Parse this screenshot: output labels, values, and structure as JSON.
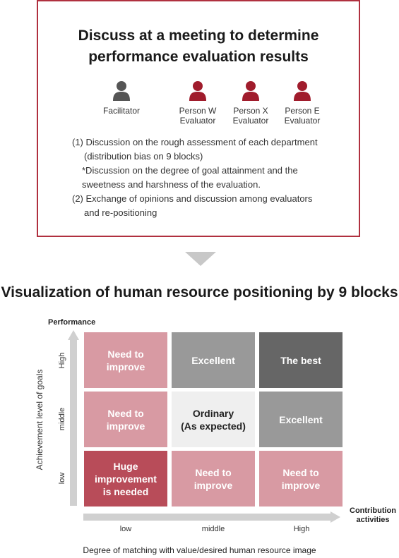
{
  "meeting_box": {
    "title_line1": "Discuss at a meeting to determine",
    "title_line2": "performance evaluation results",
    "border_color": "#b0303f",
    "people": [
      {
        "line1": "Facilitator",
        "line2": "",
        "icon": "person-icon",
        "color": "#555555"
      },
      {
        "line1": "Person W",
        "line2": "Evaluator",
        "icon": "person-icon",
        "color": "#a01c2c"
      },
      {
        "line1": "Person X",
        "line2": "Evaluator",
        "icon": "person-icon",
        "color": "#a01c2c"
      },
      {
        "line1": "Person E",
        "line2": "Evaluator",
        "icon": "person-icon",
        "color": "#a01c2c"
      }
    ],
    "notes": [
      "(1) Discussion on the rough assessment of each department",
      "(distribution bias on 9 blocks)",
      "*Discussion on the degree of goal attainment and the",
      "sweetness and harshness of the evaluation.",
      "(2) Exchange of opinions and discussion among evaluators",
      "and re-positioning"
    ]
  },
  "main_title": "Visualization of human resource positioning by 9 blocks",
  "grid": {
    "performance_label": "Performance",
    "y_axis_label": "Achievement level of goals",
    "y_ticks": [
      "High",
      "middle",
      "low"
    ],
    "x_ticks": [
      "low",
      "middle",
      "High"
    ],
    "contribution_label_line1": "Contribution",
    "contribution_label_line2": "activities",
    "x_axis_label": "Degree of matching with value/desired human resource image",
    "rows": [
      [
        {
          "line1": "Need to",
          "line2": "improve",
          "line3": "",
          "style": "pink"
        },
        {
          "line1": "Excellent",
          "line2": "",
          "line3": "",
          "style": "gray"
        },
        {
          "line1": "The best",
          "line2": "",
          "line3": "",
          "style": "dark"
        }
      ],
      [
        {
          "line1": "Need to",
          "line2": "improve",
          "line3": "",
          "style": "pink"
        },
        {
          "line1": "Ordinary",
          "line2": "(As expected)",
          "line3": "",
          "style": "light"
        },
        {
          "line1": "Excellent",
          "line2": "",
          "line3": "",
          "style": "gray"
        }
      ],
      [
        {
          "line1": "Huge",
          "line2": "improvement",
          "line3": "is needed",
          "style": "red"
        },
        {
          "line1": "Need to",
          "line2": "improve",
          "line3": "",
          "style": "pink"
        },
        {
          "line1": "Need to",
          "line2": "improve",
          "line3": "",
          "style": "pink"
        }
      ]
    ]
  }
}
